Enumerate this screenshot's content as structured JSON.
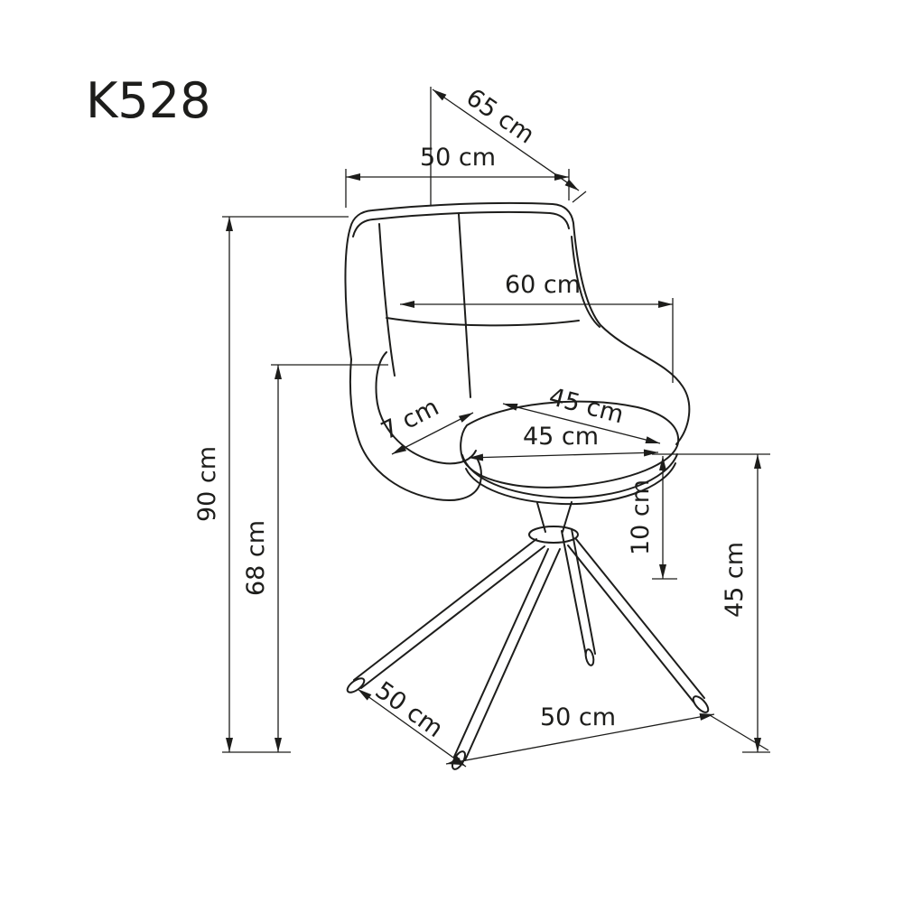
{
  "title": "K528",
  "dimensions": {
    "back_width_top": "50 cm",
    "depth_top": "65 cm",
    "overall_width": "60 cm",
    "seat_depth": "45 cm",
    "seat_width": "45 cm",
    "armrest_thickness": "7 cm",
    "total_height": "90 cm",
    "armrest_height": "68 cm",
    "seat_cushion_thickness": "10 cm",
    "seat_height": "45 cm",
    "base_depth": "50 cm",
    "base_width": "50 cm"
  },
  "colors": {
    "line": "#1d1d1b",
    "background": "#ffffff"
  }
}
